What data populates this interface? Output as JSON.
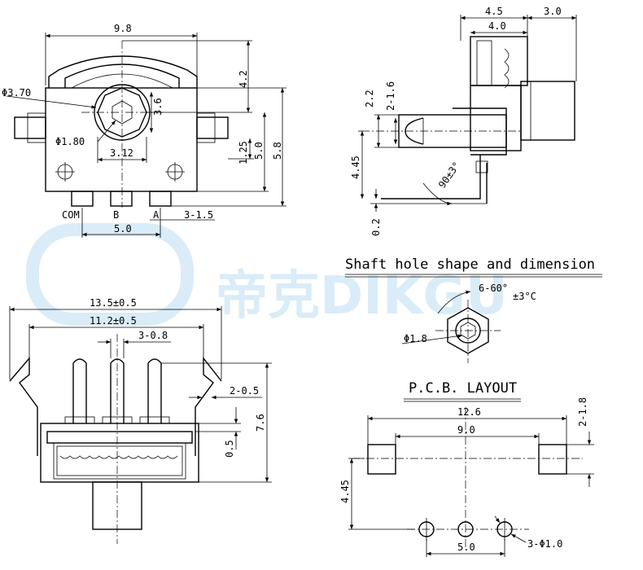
{
  "watermark": {
    "text": "帝克DIKGU"
  },
  "titles": {
    "shaft": "Shaft hole shape and dimension",
    "pcb": "P.C.B. LAYOUT"
  },
  "front": {
    "width": "9.8",
    "height_top": "4.2",
    "outer_dia": "Φ3.70",
    "hex": "3.6",
    "inner_dia": "Φ1.80",
    "hole_pitch": "3.12",
    "h125": "1.25",
    "h50": "5.0",
    "h58": "5.8",
    "pin_com": "COM",
    "pin_b": "B",
    "pin_a": "A",
    "pin_width": "3-1.5",
    "pin_pitch": "5.0"
  },
  "side": {
    "d45": "4.5",
    "d30": "3.0",
    "d40": "4.0",
    "d22": "2.2",
    "d216": "2-1.6",
    "d445": "4.45",
    "d02": "0.2",
    "angle": "90±3°"
  },
  "shaft": {
    "angle": "6-60°",
    "tol": "±3°C",
    "dia": "Φ1.8"
  },
  "bottom": {
    "d135": "13.5±0.5",
    "d112": "11.2±0.5",
    "d308": "3-0.8",
    "d205": "2-0.5",
    "d76": "7.6",
    "d05": "0.5"
  },
  "pcb": {
    "d126": "12.6",
    "d90": "9.0",
    "d218": "2-1.8",
    "d445": "4.45",
    "d50": "5.0",
    "holes": "3-Φ1.0"
  }
}
